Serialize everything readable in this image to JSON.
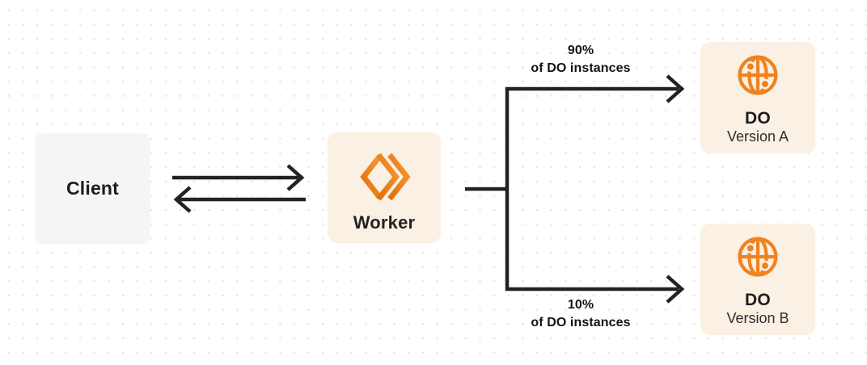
{
  "canvas": {
    "width": "1072",
    "height": "452"
  },
  "colors": {
    "accent_orange": "#F0821F",
    "worker_gradient_start": "#E06F0C",
    "worker_gradient_end": "#F69A33",
    "card_cream": "#FAF0E3",
    "card_gray": "#F5F5F6",
    "line_dark": "#222222",
    "dot_grid": "#E2E2E6",
    "background": "#FFFFFF",
    "text_primary": "#1D1D1F"
  },
  "nodes": {
    "client": {
      "label": "Client"
    },
    "worker": {
      "label": "Worker",
      "icon": "workers-double-chevron-icon"
    },
    "do_version_a": {
      "title": "DO",
      "subtitle": "Version A",
      "icon": "globe-icon"
    },
    "do_version_b": {
      "title": "DO",
      "subtitle": "Version B",
      "icon": "globe-icon"
    }
  },
  "branch_labels": {
    "top": {
      "percent": "90%",
      "caption": "of DO instances"
    },
    "bottom": {
      "percent": "10%",
      "caption": "of DO instances"
    }
  },
  "connections": [
    {
      "name": "client-to-worker",
      "type": "arrow-right"
    },
    {
      "name": "worker-to-client",
      "type": "arrow-left"
    },
    {
      "name": "worker-split-to-do-version-a",
      "type": "arrow-right"
    },
    {
      "name": "worker-split-to-do-version-b",
      "type": "arrow-right"
    }
  ]
}
